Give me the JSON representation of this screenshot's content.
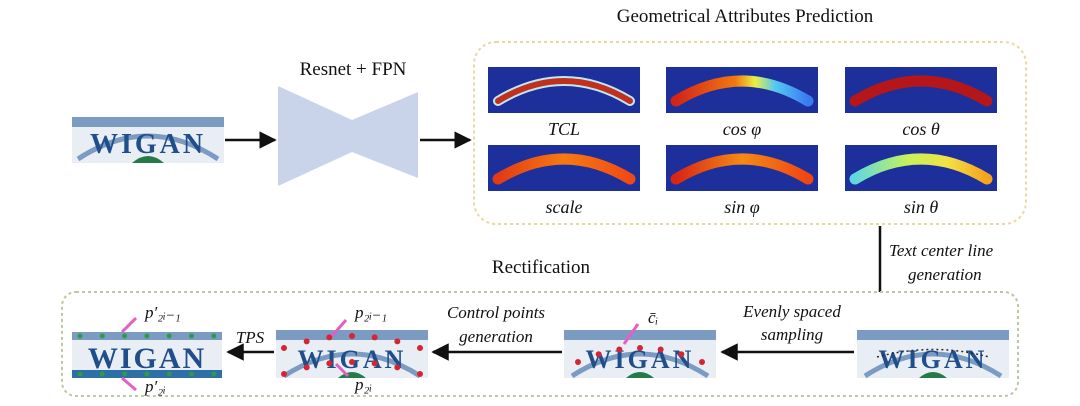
{
  "titles": {
    "backbone": "Resnet + FPN",
    "geo": "Geometrical Attributes Prediction",
    "rect": "Rectification"
  },
  "maps": [
    {
      "label": "TCL",
      "style": "tcl"
    },
    {
      "label": "cos φ",
      "style": "cosphi"
    },
    {
      "label": "cos θ",
      "style": "costheta"
    },
    {
      "label": "scale",
      "style": "scale"
    },
    {
      "label": "sin φ",
      "style": "sinphi"
    },
    {
      "label": "sin θ",
      "style": "sintheta"
    }
  ],
  "steps": {
    "tcl_gen_1": "Text center line",
    "tcl_gen_2": "generation",
    "sampling_1": "Evenly spaced",
    "sampling_2": "sampling",
    "control_1": "Control points",
    "control_2": "generation",
    "tps": "TPS"
  },
  "point_labels": {
    "c": "c̄ᵢ",
    "p_top": "p₂ᵢ₋₁",
    "p_bot": "p₂ᵢ",
    "pp_top": "p′₂ᵢ₋₁",
    "pp_bot": "p′₂ᵢ"
  },
  "word": "WIGAN",
  "colors": {
    "box_border": "#e8d9a0",
    "rect_border": "#b9c9a0",
    "funnel": "#c9d3ea",
    "map_bg": "#1d2f9a",
    "dot": "#d42535",
    "pink": "#e25fc7",
    "green_dot": "#2f9a4a"
  }
}
